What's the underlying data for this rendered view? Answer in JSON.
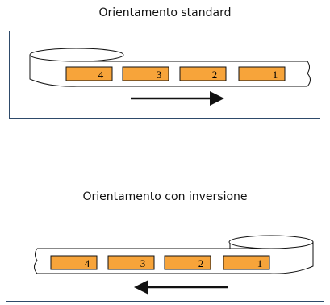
{
  "panels": [
    {
      "title": "Orientamento standard",
      "labels": [
        "4",
        "3",
        "2",
        "1"
      ],
      "arrow_direction": "right"
    },
    {
      "title": "Orientamento con inversione",
      "labels": [
        "4",
        "3",
        "2",
        "1"
      ],
      "arrow_direction": "left"
    }
  ],
  "colors": {
    "label_fill": "#f7a43a",
    "panel_border": "#2e4a6a",
    "stroke": "#111111"
  }
}
